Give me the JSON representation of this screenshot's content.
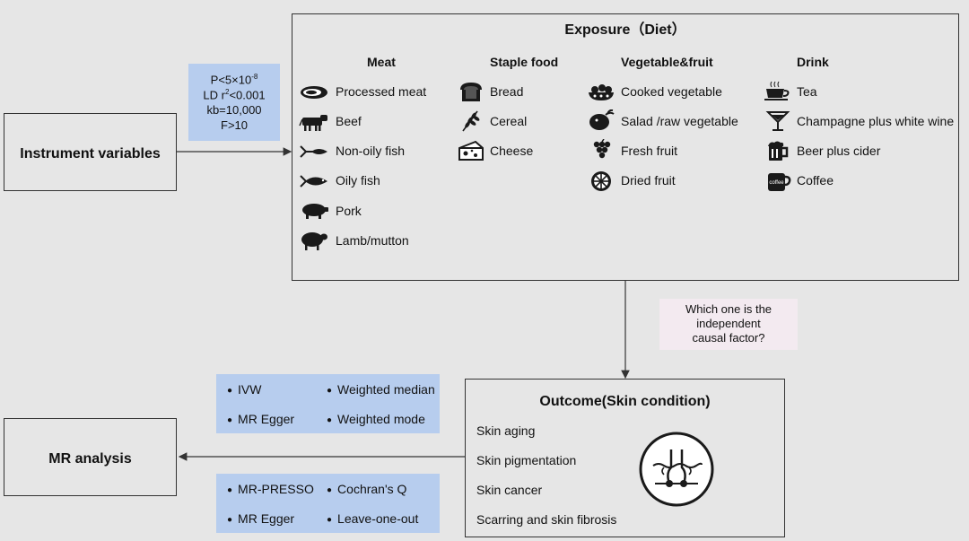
{
  "instrument": {
    "label": "Instrument variables",
    "criteria": {
      "p": "P<5×10",
      "p_exp": "-8",
      "ld_pre": "LD r",
      "ld_sup": "2",
      "ld_post": "<0.001",
      "kb": "kb=10,000",
      "f": "F>10"
    }
  },
  "exposure": {
    "title": "Exposure（Diet）",
    "categories": [
      {
        "name": "Meat",
        "items": [
          "Processed meat",
          "Beef",
          "Non-oily fish",
          "Oily fish",
          "Pork",
          "Lamb/mutton"
        ]
      },
      {
        "name": "Staple food",
        "items": [
          "Bread",
          "Cereal",
          "Cheese"
        ]
      },
      {
        "name": "Vegetable&fruit",
        "items": [
          "Cooked vegetable",
          "Salad /raw vegetable",
          "Fresh fruit",
          "Dried fruit"
        ]
      },
      {
        "name": "Drink",
        "items": [
          "Tea",
          "Champagne plus white wine",
          "Beer plus cider",
          "Coffee"
        ]
      }
    ],
    "icons": {
      "meat": [
        "steak-icon",
        "cow-icon",
        "fish-icon",
        "fish-icon",
        "pig-icon",
        "sheep-icon"
      ],
      "staple": [
        "bread-icon",
        "wheat-icon",
        "cheese-icon"
      ],
      "vegfruit": [
        "cooked-vegetable-icon",
        "salad-icon",
        "grapes-icon",
        "orange-slice-icon"
      ],
      "drink": [
        "teacup-icon",
        "cocktail-glass-icon",
        "beer-mug-icon",
        "coffee-mug-icon"
      ],
      "coffee_text": "coffee"
    }
  },
  "question": "Which one is the independent causal factor?",
  "question_lines": [
    "Which one is the",
    "independent",
    "causal factor?"
  ],
  "outcome": {
    "title": "Outcome(Skin condition)",
    "items": [
      "Skin aging",
      "Skin pigmentation",
      "Skin cancer",
      "Scarring and skin fibrosis"
    ],
    "icon": "skin-hair-follicle-icon"
  },
  "mr": {
    "label": "MR analysis",
    "methods_top": [
      "IVW",
      "Weighted median",
      "MR Egger",
      "Weighted mode"
    ],
    "methods_bottom": [
      "MR-PRESSO",
      "Cochran's Q",
      "MR Egger",
      "Leave-one-out"
    ]
  },
  "colors": {
    "background": "#e6e6e6",
    "criteria_box": "#b7cdee",
    "question_box": "#f3eaf0",
    "line": "#333333"
  }
}
